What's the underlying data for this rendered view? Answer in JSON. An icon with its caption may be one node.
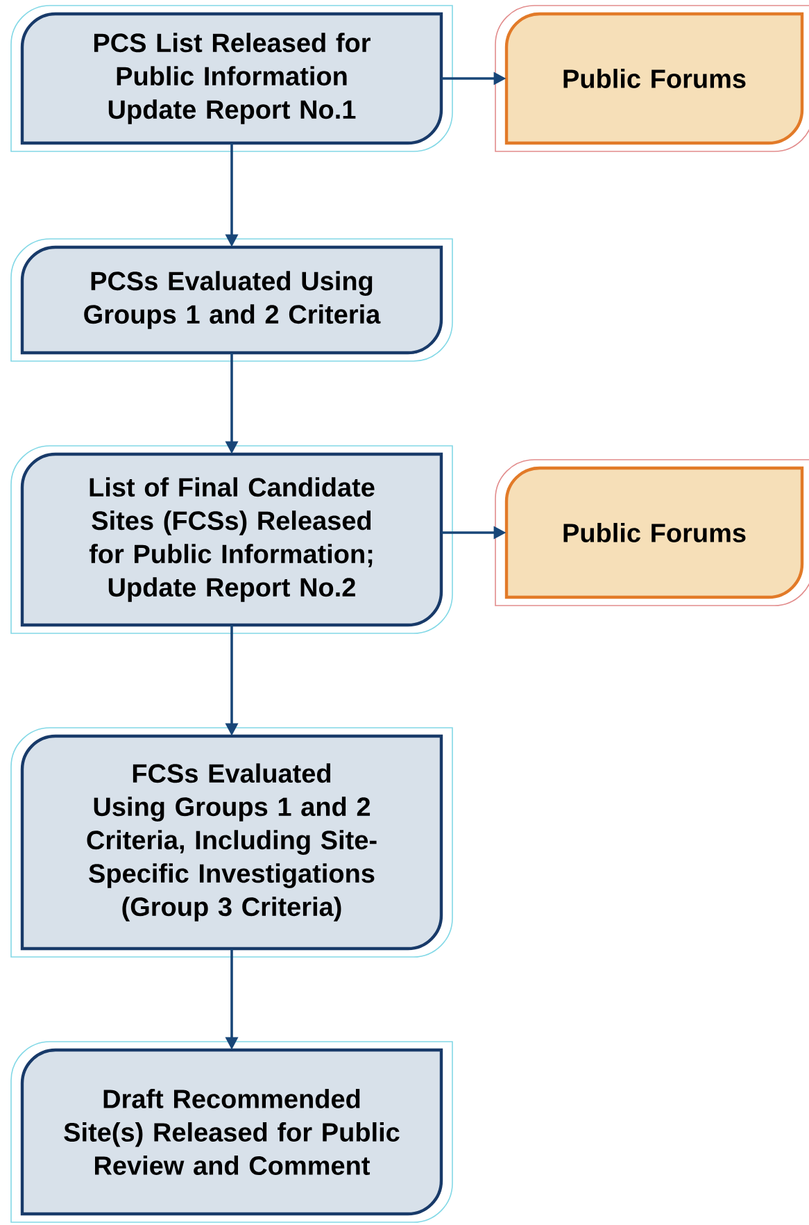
{
  "diagram": {
    "nodes": [
      {
        "text": [
          "PCS List Released for Public Information Update Report No.1"
        ]
      },
      {
        "text": [
          "Public Forums"
        ]
      },
      {
        "text": [
          "PCSs Evaluated Using Groups 1 and 2 Criteria"
        ]
      },
      {
        "text": [
          "List of Final Candidate Sites (FCSs) Released for Public Information; Update Report No.2"
        ]
      },
      {
        "text": [
          "Public Forums"
        ]
      },
      {
        "text": [
          "FCSs Evaluated Using Groups 1 and 2 Criteria, Including Site-Specific Investigations (Group 3 Criteria)"
        ]
      },
      {
        "text": [
          "Draft Recommended Site(s) Released for Public Review and Comment"
        ]
      }
    ],
    "edges": [
      {
        "from": 0,
        "to": 1,
        "arrow": "to"
      },
      {
        "from": 0,
        "to": 2,
        "arrow": "to"
      },
      {
        "from": 2,
        "to": 3,
        "arrow": "to"
      },
      {
        "from": 3,
        "to": 4,
        "arrow": "to"
      },
      {
        "from": 3,
        "to": 5,
        "arrow": "to"
      },
      {
        "from": 5,
        "to": 6,
        "arrow": "to"
      }
    ]
  }
}
